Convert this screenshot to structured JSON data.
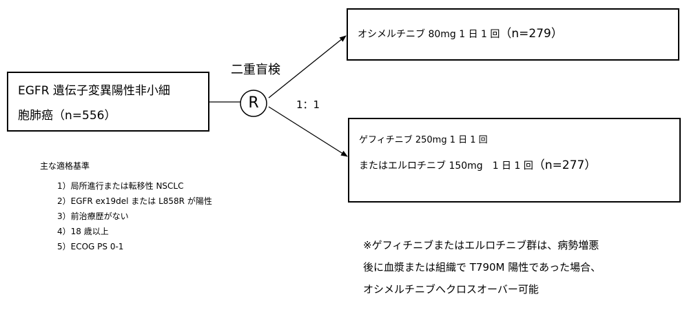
{
  "population": {
    "line1": "EGFR 遺伝子変異陽性非小細",
    "line2": "胞肺癌（n=556）"
  },
  "randomization": {
    "blinding": "二重盲検",
    "symbol": "R",
    "ratio": "1：1"
  },
  "arm_a": {
    "text": "オシメルチニブ 80mg 1 日 1 回",
    "n": "（n=279）"
  },
  "arm_b": {
    "line1": "ゲフィチニブ 250mg 1 日 1 回",
    "line2": "またはエルロチニブ 150mg　1 日 1 回",
    "n": "（n=277）"
  },
  "criteria": {
    "title": "主な適格基準",
    "items": [
      "1）局所進行または転移性 NSCLC",
      "2）EGFR ex19del または L858R が陽性",
      "3）前治療歴がない",
      "4）18 歳以上",
      "5）ECOG PS 0-1"
    ]
  },
  "footnote": [
    "※ゲフィチニブまたはエルロチニブ群は、病勢増悪",
    "後に血漿または組織で T790M 陽性であった場合、",
    "オシメルチニブへクロスオーバー可能"
  ]
}
